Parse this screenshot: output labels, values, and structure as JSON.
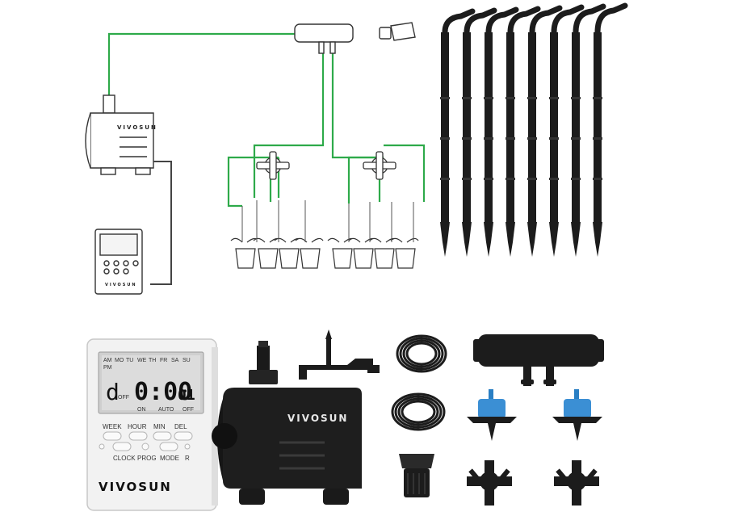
{
  "brand": "VIVOSUN",
  "colors": {
    "hose_green": "#2eaa4a",
    "line_gray": "#444444",
    "plastic_black": "#1c1c1c",
    "dripper_blue": "#3b8fd4",
    "lcd_bg": "#dcdcdc",
    "timer_body": "#f2f2f2"
  },
  "diagram": {
    "pump_brand": "VIVOSUN",
    "timer_brand": "VIVOSUN"
  },
  "timer": {
    "days": [
      "AM",
      "MO",
      "TU",
      "WE",
      "TH",
      "FR",
      "SA",
      "SU"
    ],
    "pm": "PM",
    "mode_letter": "d",
    "mode_sub": "OFF",
    "time": "0:00",
    "seconds": "01",
    "status_on": "ON",
    "status_auto": "AUTO",
    "status_off": "OFF",
    "buttons_top": [
      "WEEK",
      "HOUR",
      "MIN",
      "DEL"
    ],
    "buttons_bottom": [
      "CLOCK",
      "PROG",
      "MODE",
      "R"
    ],
    "brand": "VIVOSUN"
  },
  "pump": {
    "brand": "VIVOSUN"
  },
  "components": [
    "tubing-coil",
    "tubing-coil",
    "tee-connector",
    "dripper",
    "dripper",
    "end-plug",
    "four-way-splitter",
    "four-way-splitter",
    "stake-holder",
    "drip-stakes"
  ]
}
